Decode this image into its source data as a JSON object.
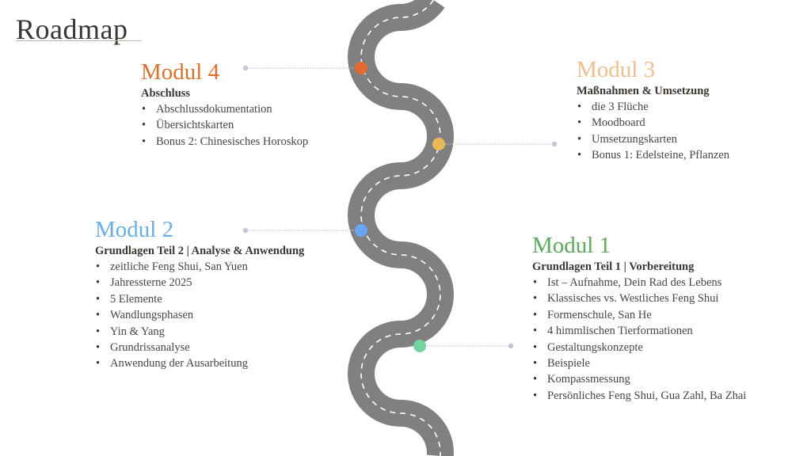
{
  "title": "Roadmap",
  "colors": {
    "road": "#808080",
    "modul1": "#5aaa5a",
    "modul2": "#6aaee6",
    "modul3": "#eebe8e",
    "modul4": "#d9712d",
    "dot1": "#74d3a0",
    "dot2": "#6aa6f5",
    "dot3": "#ebb957",
    "dot4": "#e2692f",
    "connector": "#c4c8d6"
  },
  "modules": {
    "m4": {
      "title": "Modul 4",
      "subtitle": "Abschluss",
      "items": [
        "Abschlussdokumentation",
        "Übersichtskarten",
        "Bonus 2: Chinesisches Horoskop"
      ]
    },
    "m3": {
      "title": "Modul 3",
      "subtitle": "Maßnahmen & Umsetzung",
      "items": [
        "die 3 Flüche",
        "Moodboard",
        "Umsetzungskarten",
        "Bonus 1: Edelsteine, Pflanzen"
      ]
    },
    "m2": {
      "title": "Modul 2",
      "subtitle": "Grundlagen Teil 2 | Analyse & Anwendung",
      "items": [
        "zeitliche Feng Shui, San Yuen",
        "Jahressterne 2025",
        "5 Elemente",
        "Wandlungsphasen",
        "Yin & Yang",
        "Grundrissanalyse",
        "Anwendung der Ausarbeitung"
      ]
    },
    "m1": {
      "title": "Modul 1",
      "subtitle": "Grundlagen Teil 1 | Vorbereitung",
      "items": [
        "Ist – Aufnahme, Dein Rad des Lebens",
        "Klassisches vs. Westliches Feng Shui",
        "Formenschule, San He",
        "4 himmlischen Tierformationen",
        "Gestaltungskonzepte",
        "Beispiele",
        "Kompassmessung",
        "Persönliches Feng Shui, Gua Zahl, Ba Zhai"
      ]
    }
  }
}
